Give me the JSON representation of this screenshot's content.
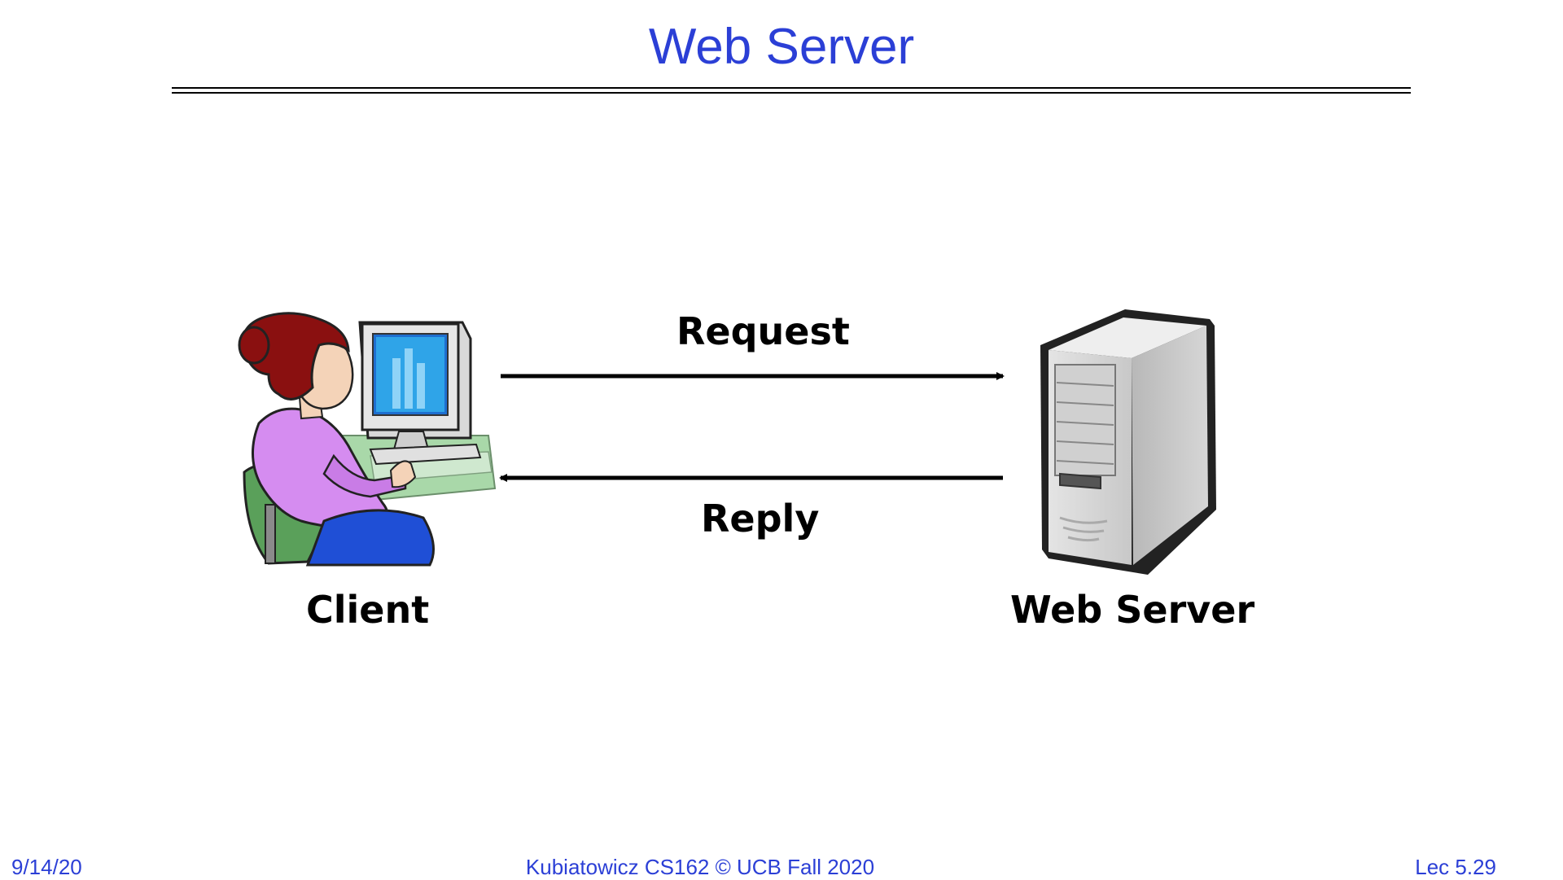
{
  "slide": {
    "title": "Web Server"
  },
  "diagram": {
    "request_label": "Request",
    "reply_label": "Reply",
    "client_label": "Client",
    "server_label": "Web Server"
  },
  "footer": {
    "date": "9/14/20",
    "center": "Kubiatowicz CS162 © UCB Fall 2020",
    "page": "Lec 5.29"
  }
}
